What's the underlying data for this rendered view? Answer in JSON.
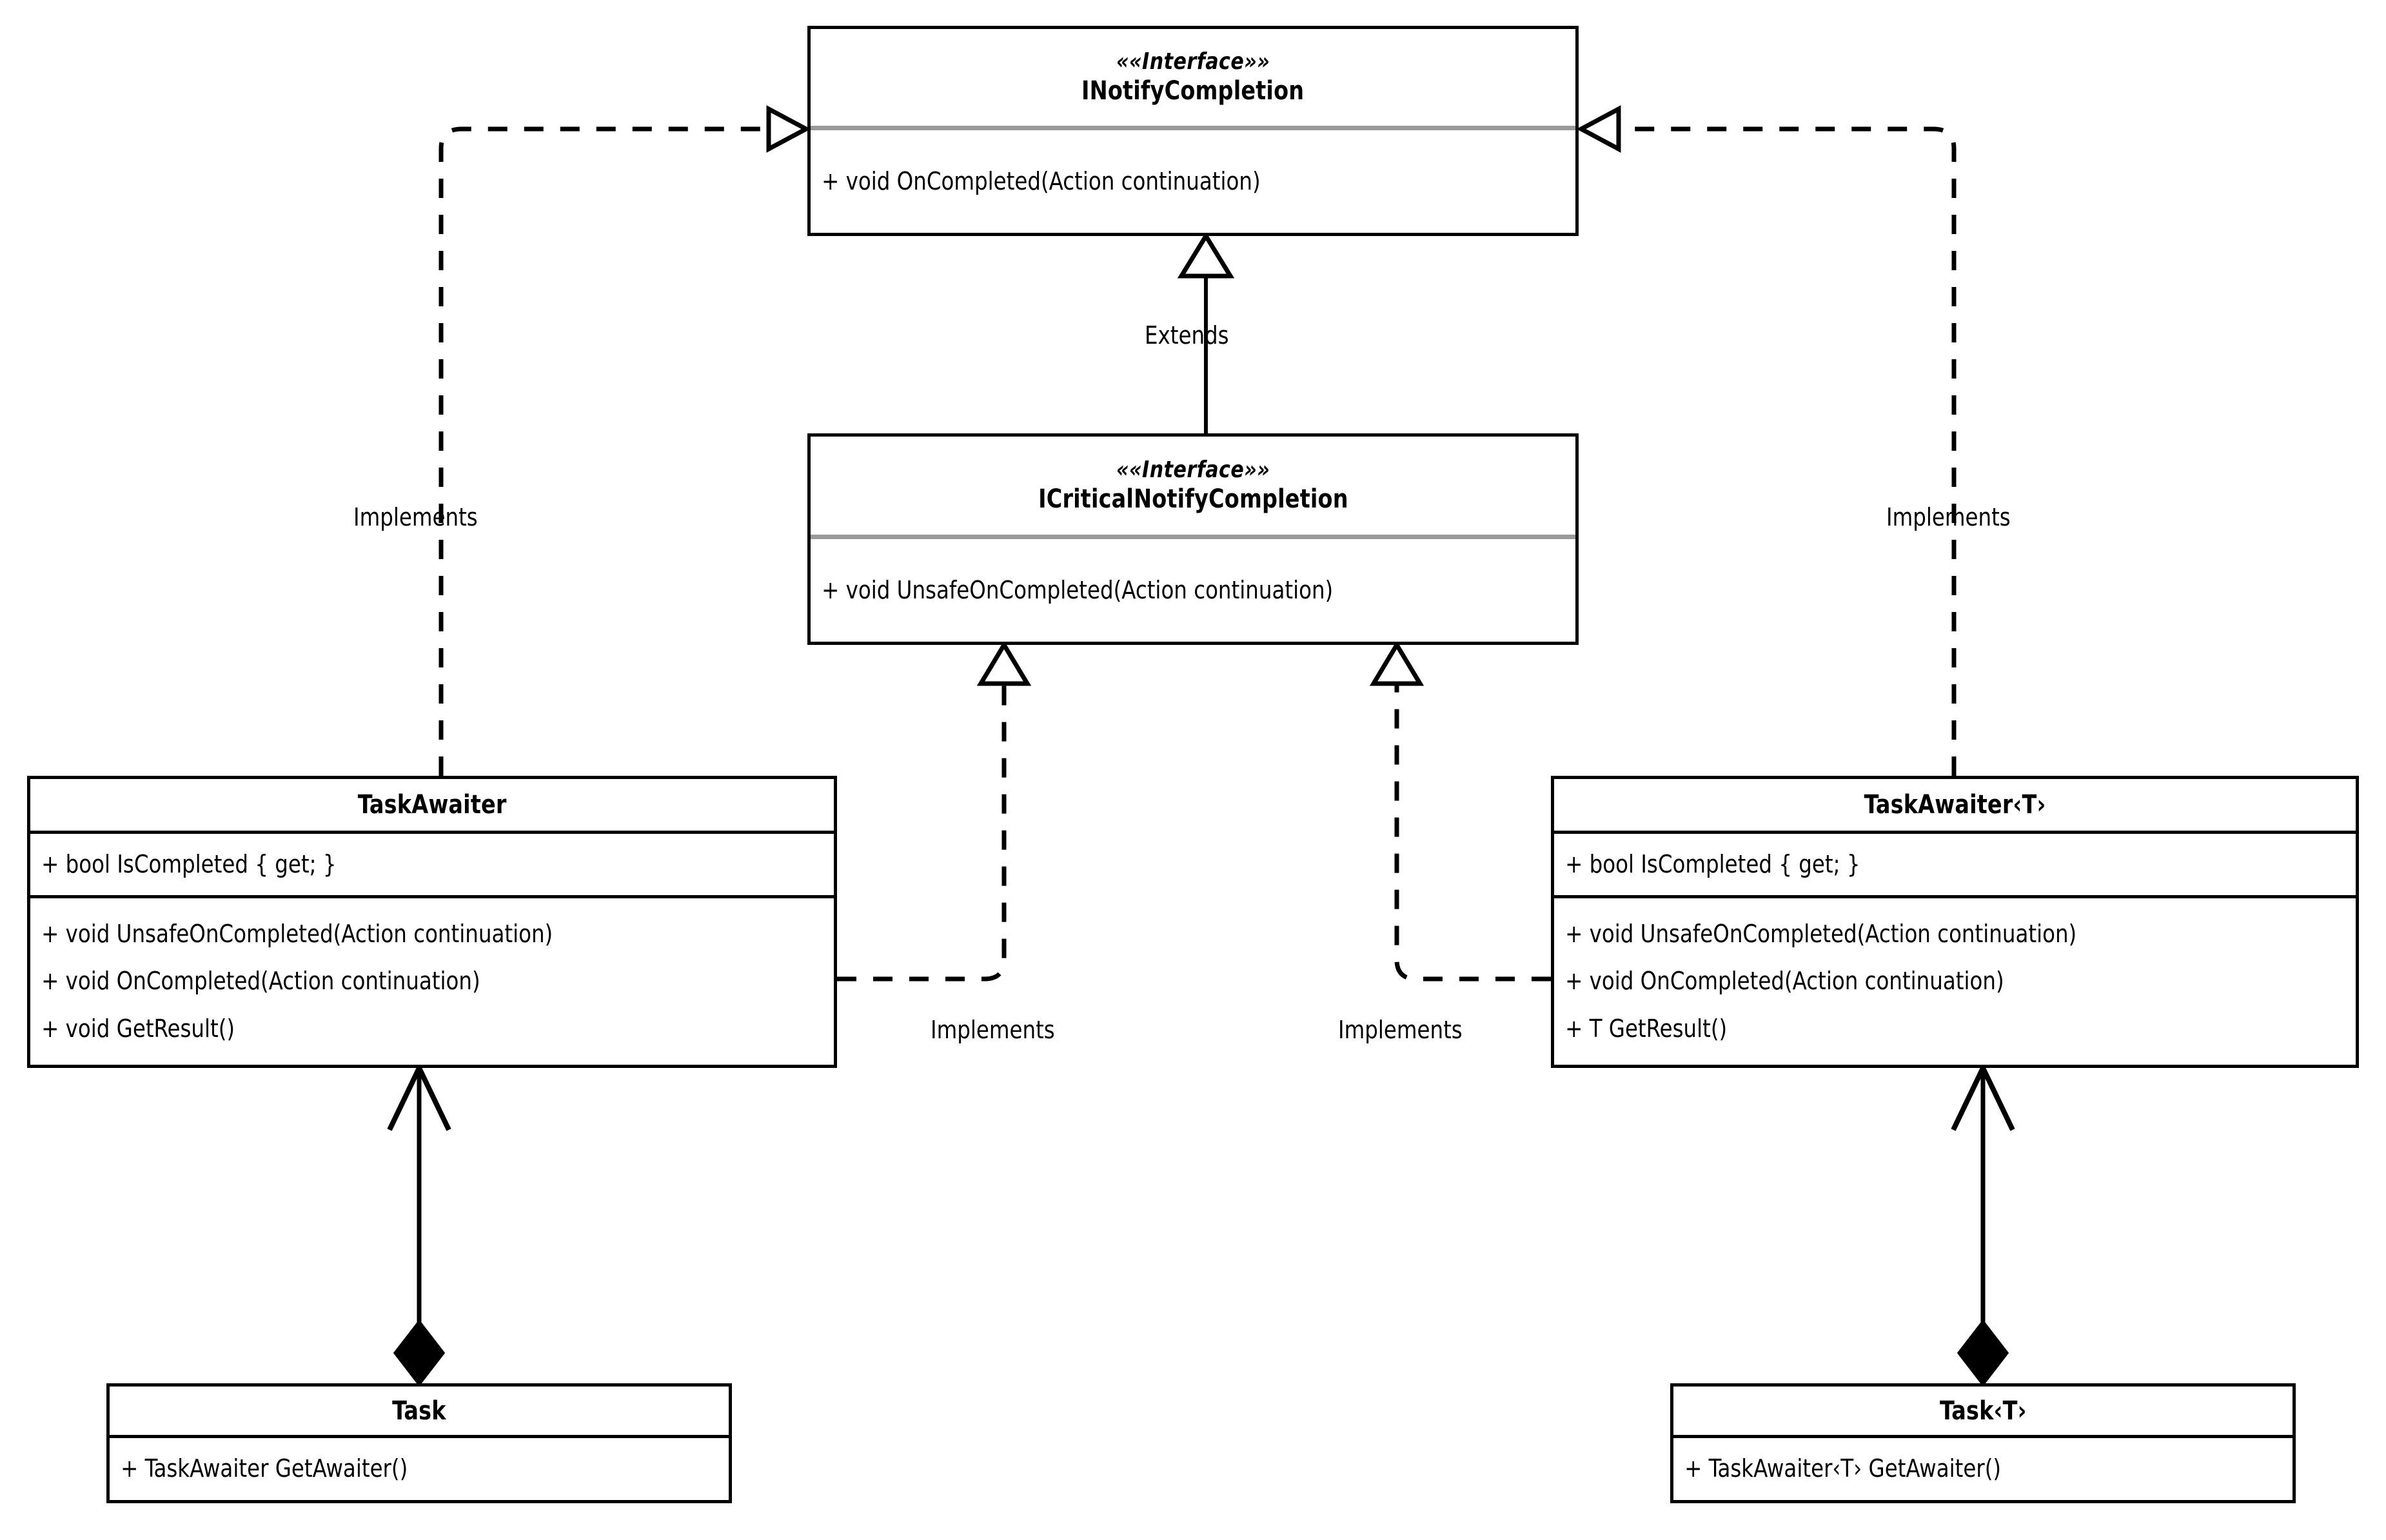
{
  "diagram": {
    "type": "uml-class-diagram",
    "title": "TaskAwaiter / INotifyCompletion UML class diagram",
    "background_color": "#ffffff",
    "line_color": "#000000",
    "separator_color": "#9a9a9a"
  },
  "classes": {
    "inotify_completion": {
      "stereotype": "««Interface»»",
      "name": "INotifyCompletion",
      "members": [
        "+ void OnCompleted(Action continuation)"
      ]
    },
    "icritical_notify_completion": {
      "stereotype": "««Interface»»",
      "name": "ICriticalNotifyCompletion",
      "members": [
        "+ void UnsafeOnCompleted(Action continuation)"
      ]
    },
    "task_awaiter": {
      "name": "TaskAwaiter",
      "attributes": [
        "+ bool IsCompleted { get; }"
      ],
      "methods": [
        "+ void UnsafeOnCompleted(Action continuation)",
        "+ void OnCompleted(Action continuation)",
        "+ void GetResult()"
      ]
    },
    "task_awaiter_generic": {
      "name": "TaskAwaiter‹T›",
      "attributes": [
        "+ bool IsCompleted { get; }"
      ],
      "methods": [
        "+ void UnsafeOnCompleted(Action continuation)",
        "+ void OnCompleted(Action continuation)",
        "+ T GetResult()"
      ]
    },
    "task": {
      "name": "Task",
      "methods": [
        "+ TaskAwaiter GetAwaiter()"
      ]
    },
    "task_generic": {
      "name": "Task‹T›",
      "methods": [
        "+ TaskAwaiter‹T› GetAwaiter()"
      ]
    }
  },
  "relationships": [
    {
      "id": "extends",
      "label": "Extends",
      "from": "ICriticalNotifyCompletion",
      "to": "INotifyCompletion",
      "style": "generalization",
      "line": "solid",
      "arrowhead": "hollow-triangle"
    },
    {
      "id": "impl-left-top",
      "label": "Implements",
      "from": "TaskAwaiter",
      "to": "INotifyCompletion",
      "style": "realization",
      "line": "dashed",
      "arrowhead": "hollow-triangle"
    },
    {
      "id": "impl-right-top",
      "label": "Implements",
      "from": "TaskAwaiter‹T›",
      "to": "INotifyCompletion",
      "style": "realization",
      "line": "dashed",
      "arrowhead": "hollow-triangle"
    },
    {
      "id": "impl-left-mid",
      "label": "Implements",
      "from": "TaskAwaiter",
      "to": "ICriticalNotifyCompletion",
      "style": "realization",
      "line": "dashed",
      "arrowhead": "hollow-triangle"
    },
    {
      "id": "impl-right-mid",
      "label": "Implements",
      "from": "TaskAwaiter‹T›",
      "to": "ICriticalNotifyCompletion",
      "style": "realization",
      "line": "dashed",
      "arrowhead": "hollow-triangle"
    },
    {
      "id": "compose-left",
      "label": "",
      "from": "Task",
      "to": "TaskAwaiter",
      "style": "composition",
      "line": "solid",
      "arrowhead": "open-arrow",
      "tail": "filled-diamond"
    },
    {
      "id": "compose-right",
      "label": "",
      "from": "Task‹T›",
      "to": "TaskAwaiter‹T›",
      "style": "composition",
      "line": "solid",
      "arrowhead": "open-arrow",
      "tail": "filled-diamond"
    }
  ],
  "edge_labels": {
    "extends": "Extends",
    "implements_left_top": "Implements",
    "implements_right_top": "Implements",
    "implements_left_mid": "Implements",
    "implements_right_mid": "Implements"
  }
}
